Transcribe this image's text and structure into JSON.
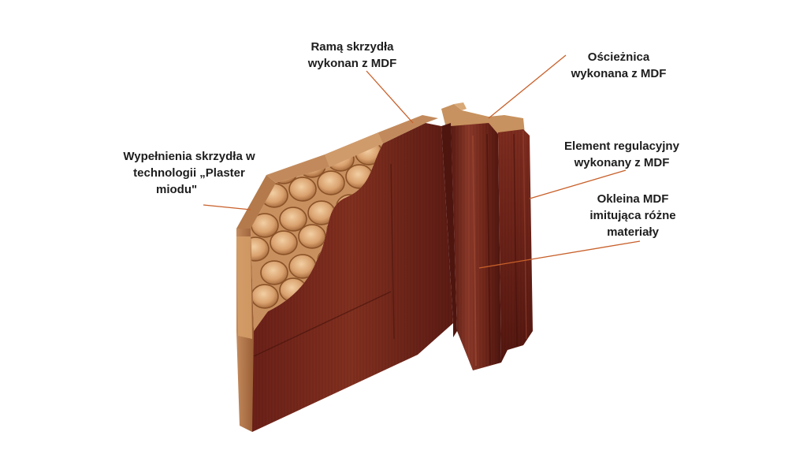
{
  "labels": {
    "frame": {
      "line1": "Ramą skrzydła",
      "line2": "wykonan z MDF"
    },
    "jamb": {
      "line1": "Ościeżnica",
      "line2": "wykonana z MDF"
    },
    "filling": {
      "line1": "Wypełnienia skrzydła w",
      "line2": "technologii „Plaster",
      "line3": "miodu\""
    },
    "adjuster": {
      "line1": "Element regulacyjny",
      "line2": "wykonany z MDF"
    },
    "veneer": {
      "line1": "Okleina MDF",
      "line2": "imitująca różne",
      "line3": "materiały"
    }
  },
  "colors": {
    "leader_line": "#c8602a",
    "veneer_dark": "#5a1a14",
    "veneer_mid": "#7a2a1f",
    "veneer_light": "#93402e",
    "mdf_edge": "#b57a4f",
    "honeycomb_light": "#e6b98a",
    "honeycomb_dark": "#a4693c"
  }
}
